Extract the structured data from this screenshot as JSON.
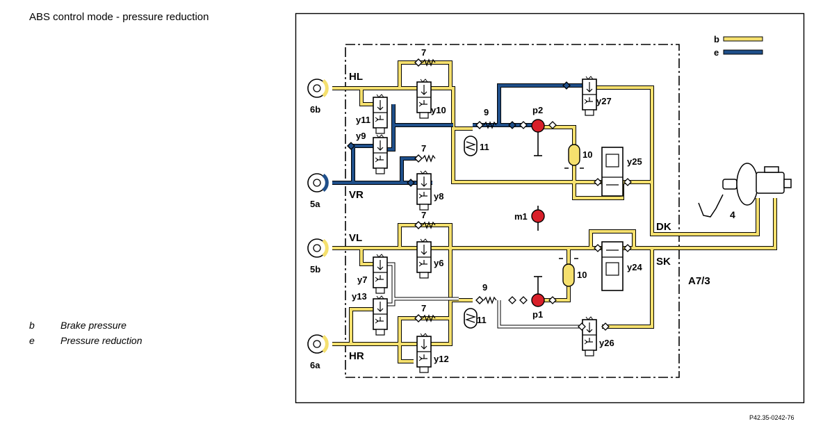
{
  "title": "ABS control mode - pressure reduction",
  "legend": [
    {
      "key": "b",
      "text": "Brake pressure"
    },
    {
      "key": "e",
      "text": "Pressure reduction"
    }
  ],
  "figure_id": "P42.35-0242-76",
  "colors": {
    "brake_pressure": "#f5e06e",
    "pressure_reduction": "#1f4f8a",
    "pump_red": "#d8202a",
    "line_grey": "#9a9a9a"
  },
  "diagram": {
    "key_b": "b",
    "key_e": "e",
    "wheels": {
      "w6b": "6b",
      "w5a": "5a",
      "w5b": "5b",
      "w6a": "6a"
    },
    "circuits": {
      "HL": "HL",
      "VR": "VR",
      "VL": "VL",
      "HR": "HR"
    },
    "valves": {
      "y11": "y11",
      "y9": "y9",
      "y10": "y10",
      "y8": "y8",
      "y7": "y7",
      "y13": "y13",
      "y6": "y6",
      "y12": "y12",
      "y27": "y27",
      "y25": "y25",
      "y24": "y24",
      "y26": "y26"
    },
    "check_valves": {
      "c1": "7",
      "c2": "7",
      "c3": "7",
      "c4": "7",
      "c5": "9",
      "c6": "9"
    },
    "accumulators": {
      "a1": "11",
      "a2": "11"
    },
    "dampers": {
      "d1": "10",
      "d2": "10"
    },
    "pumps": {
      "p1": "p1",
      "p2": "p2",
      "m1": "m1"
    },
    "lines": {
      "DK": "DK",
      "SK": "SK"
    },
    "unit": "A7/3",
    "master_cylinder": "4"
  }
}
